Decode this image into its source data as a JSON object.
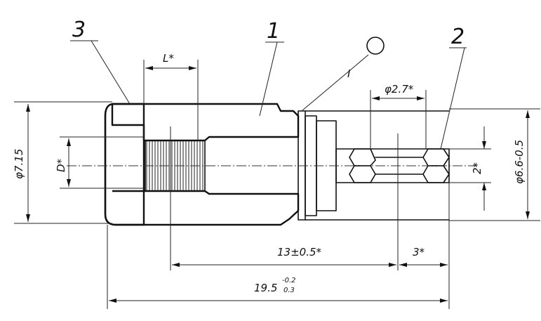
{
  "drawing": {
    "part_labels": [
      "3",
      "1",
      "2"
    ],
    "detail_marker": "I",
    "dimensions": {
      "thread_length": "L*",
      "outer_diameter": "φ7.15",
      "inner_bore": "D*",
      "pin_diameter": "φ2.7*",
      "ring_thickness": "2*",
      "journal_diameter": "φ6.6-0.5",
      "length_13": "13±0.5*",
      "length_3": "3*",
      "total_length_base": "19.5",
      "total_length_upper_tol": "-0.2",
      "total_length_lower_tol": "0.3"
    }
  }
}
